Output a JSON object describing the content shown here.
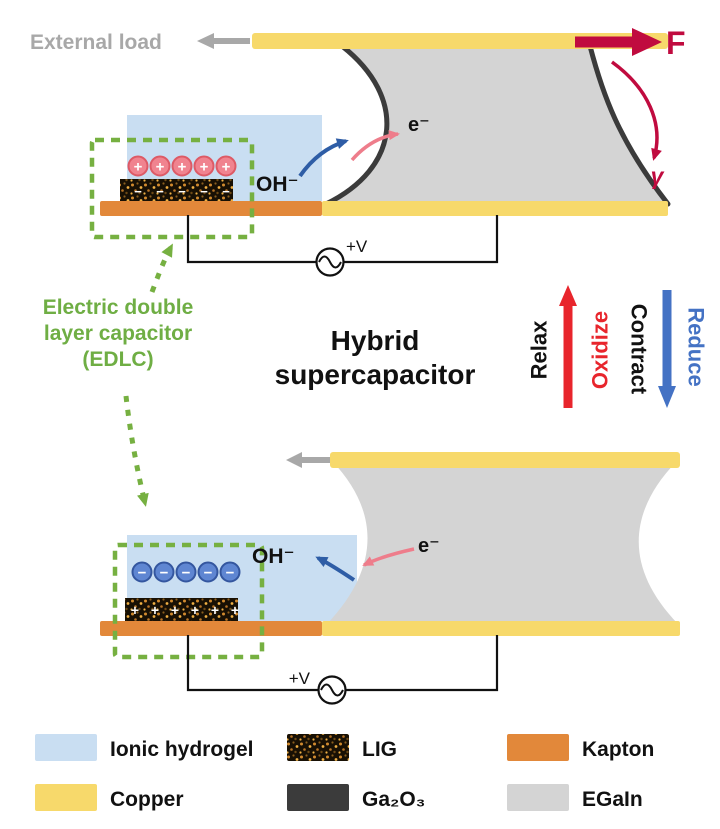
{
  "palette": {
    "hydrogel": "#c9def2",
    "copper": "#f7d96b",
    "kapton": "#e2883a",
    "egain": "#d4d4d4",
    "ga2o3": "#3b3b3b",
    "green": "#76b041",
    "crimson": "#c00b3f",
    "red": "#e8252c",
    "pink": "#ee7d8b",
    "dark_blue": "#2e5da6",
    "blue": "#4472c4",
    "gray": "#a8a8a8",
    "cation_fill": "#f0838f",
    "anion_fill": "#5f86d2"
  },
  "top_diagram": {
    "external_load": "External load",
    "force": "F",
    "gamma": "γ",
    "electron": "e⁻",
    "hydroxide": "OH⁻",
    "voltage": "+V"
  },
  "middle": {
    "edlc_lines": [
      "Electric double",
      "layer capacitor",
      "(EDLC)"
    ],
    "title_lines": [
      "Hybrid",
      "supercapacitor"
    ],
    "relax": "Relax",
    "oxidize": "Oxidize",
    "contract": "Contract",
    "reduce": "Reduce"
  },
  "bottom_diagram": {
    "electron": "e⁻",
    "hydroxide": "OH⁻",
    "voltage": "+V"
  },
  "charges": {
    "cation": "+",
    "anion": "−",
    "electrode_minus": "−",
    "electrode_plus": "+"
  },
  "legend": {
    "items": [
      {
        "label": "Ionic hydrogel"
      },
      {
        "label": "LIG"
      },
      {
        "label": "Kapton"
      },
      {
        "label": "Copper"
      },
      {
        "label": "Ga₂O₃"
      },
      {
        "label": "EGaIn"
      }
    ]
  }
}
